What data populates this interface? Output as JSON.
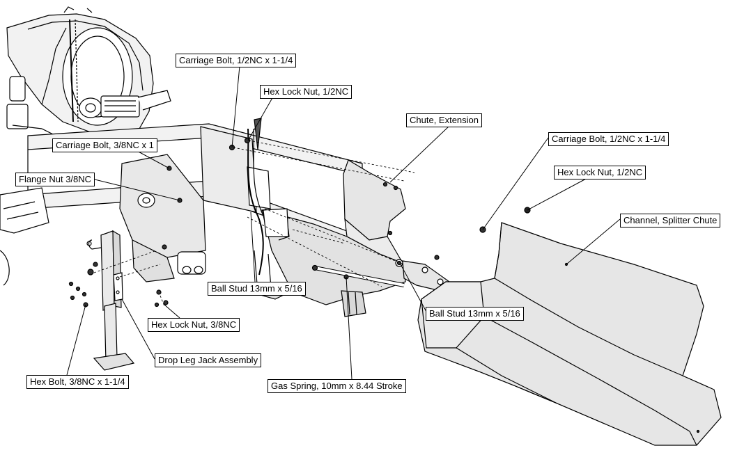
{
  "callouts": {
    "carriage_bolt_half_left": "Carriage Bolt, 1/2NC x 1-1/4",
    "hex_lock_nut_half_left": "Hex Lock Nut, 1/2NC",
    "chute_extension": "Chute, Extension",
    "carriage_bolt_half_right": "Carriage Bolt, 1/2NC x 1-1/4",
    "hex_lock_nut_half_right": "Hex Lock Nut, 1/2NC",
    "channel_splitter_chute": "Channel, Splitter Chute",
    "carriage_bolt_3_8": "Carriage Bolt, 3/8NC x 1",
    "flange_nut_3_8": "Flange Nut 3/8NC",
    "ball_stud_left": "Ball Stud 13mm x 5/16",
    "ball_stud_right": "Ball Stud 13mm x 5/16",
    "hex_lock_nut_3_8": "Hex Lock Nut, 3/8NC",
    "drop_leg_jack": "Drop Leg Jack Assembly",
    "hex_bolt_3_8": "Hex Bolt, 3/8NC x 1-1/4",
    "gas_spring": "Gas Spring, 10mm x 8.44 Stroke"
  },
  "colors": {
    "line": "#000000",
    "part_fill": "#e6e6e6",
    "background": "#ffffff"
  }
}
